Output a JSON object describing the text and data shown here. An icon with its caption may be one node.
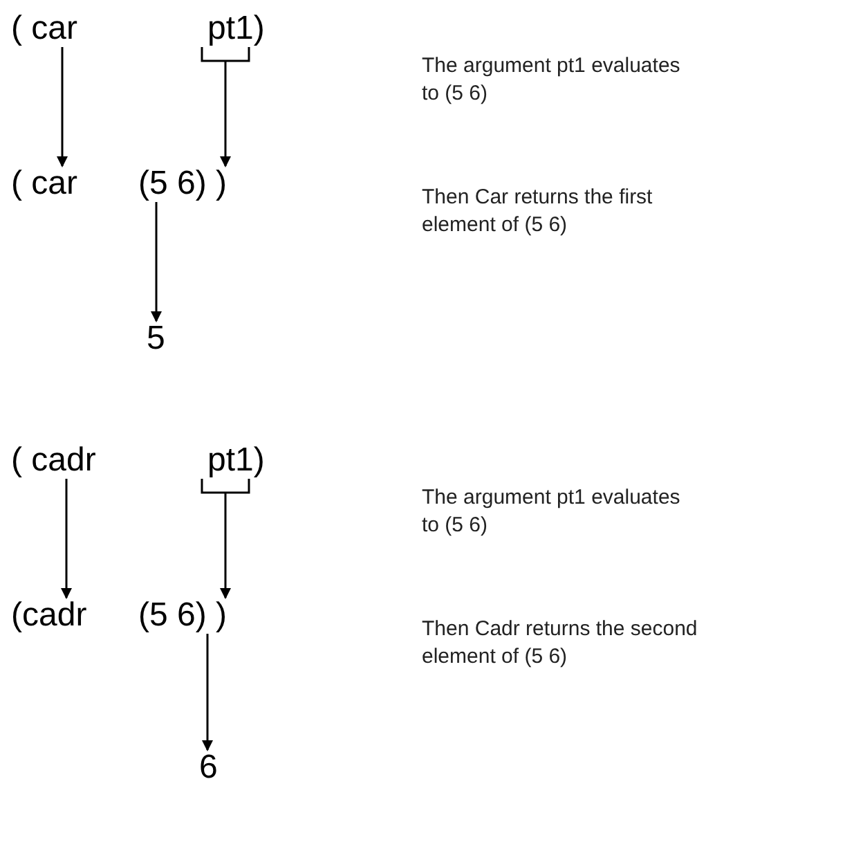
{
  "diagram": {
    "nodes": [
      {
        "text": [
          "( car"
        ]
      },
      {
        "text": [
          "pt1)"
        ]
      },
      {
        "text": [
          "( car"
        ]
      },
      {
        "text": [
          "(5 6) )"
        ]
      },
      {
        "text": [
          "5"
        ]
      },
      {
        "text": [
          "( cadr"
        ]
      },
      {
        "text": [
          "pt1)"
        ]
      },
      {
        "text": [
          "(cadr"
        ]
      },
      {
        "text": [
          "(5 6) )"
        ]
      },
      {
        "text": [
          "6"
        ]
      }
    ],
    "edges": [
      {
        "from": 0,
        "to": 2,
        "arrow": "to"
      },
      {
        "from": 1,
        "to": 3,
        "arrow": "to"
      },
      {
        "from": 3,
        "to": 4,
        "arrow": "to"
      },
      {
        "from": 5,
        "to": 7,
        "arrow": "to"
      },
      {
        "from": 6,
        "to": 8,
        "arrow": "to"
      },
      {
        "from": 8,
        "to": 9,
        "arrow": "to"
      }
    ],
    "labels": [
      "The argument pt1 evaluates to (5 6)",
      "Then Car returns the first element of (5 6)",
      "The argument pt1 evaluates to (5 6)",
      "Then Cadr returns the second element of (5 6)"
    ]
  }
}
